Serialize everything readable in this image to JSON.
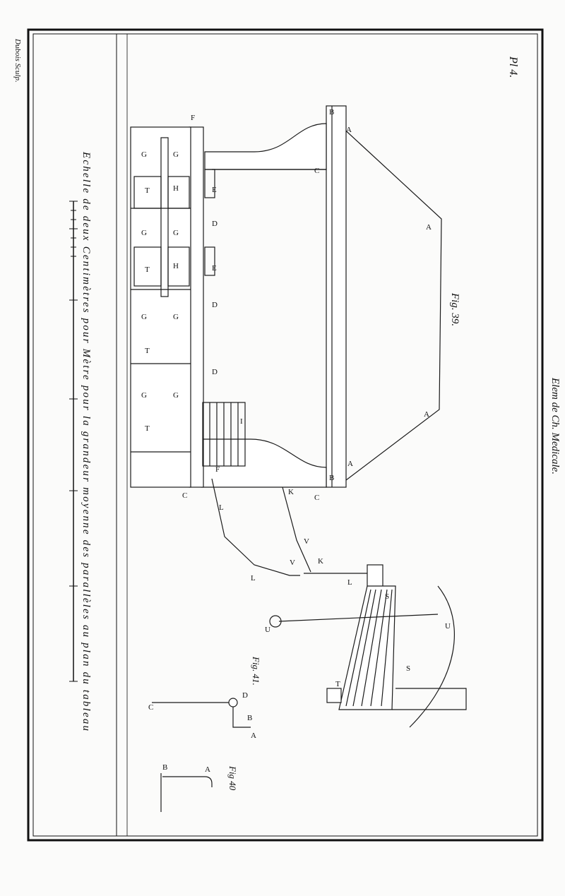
{
  "plate": {
    "plate_number": "Pl 4.",
    "book_title": "Elem de Ch. Medicale.",
    "engraver": "Dubois Sculp.",
    "scale_caption": "Echelle de deux Centimètres pour Mètre pour la grandeur moyenne des parallèles au plan du tableau"
  },
  "figures": {
    "fig39": "Fig. 39.",
    "fig40": "Fig 40",
    "fig41": "Fig. 41."
  },
  "labels": {
    "A": "A",
    "B": "B",
    "C": "C",
    "D": "D",
    "E": "E",
    "F": "F",
    "G": "G",
    "H": "H",
    "I": "I",
    "K": "K",
    "L": "L",
    "S": "S",
    "T": "T",
    "U": "U",
    "V": "V"
  }
}
